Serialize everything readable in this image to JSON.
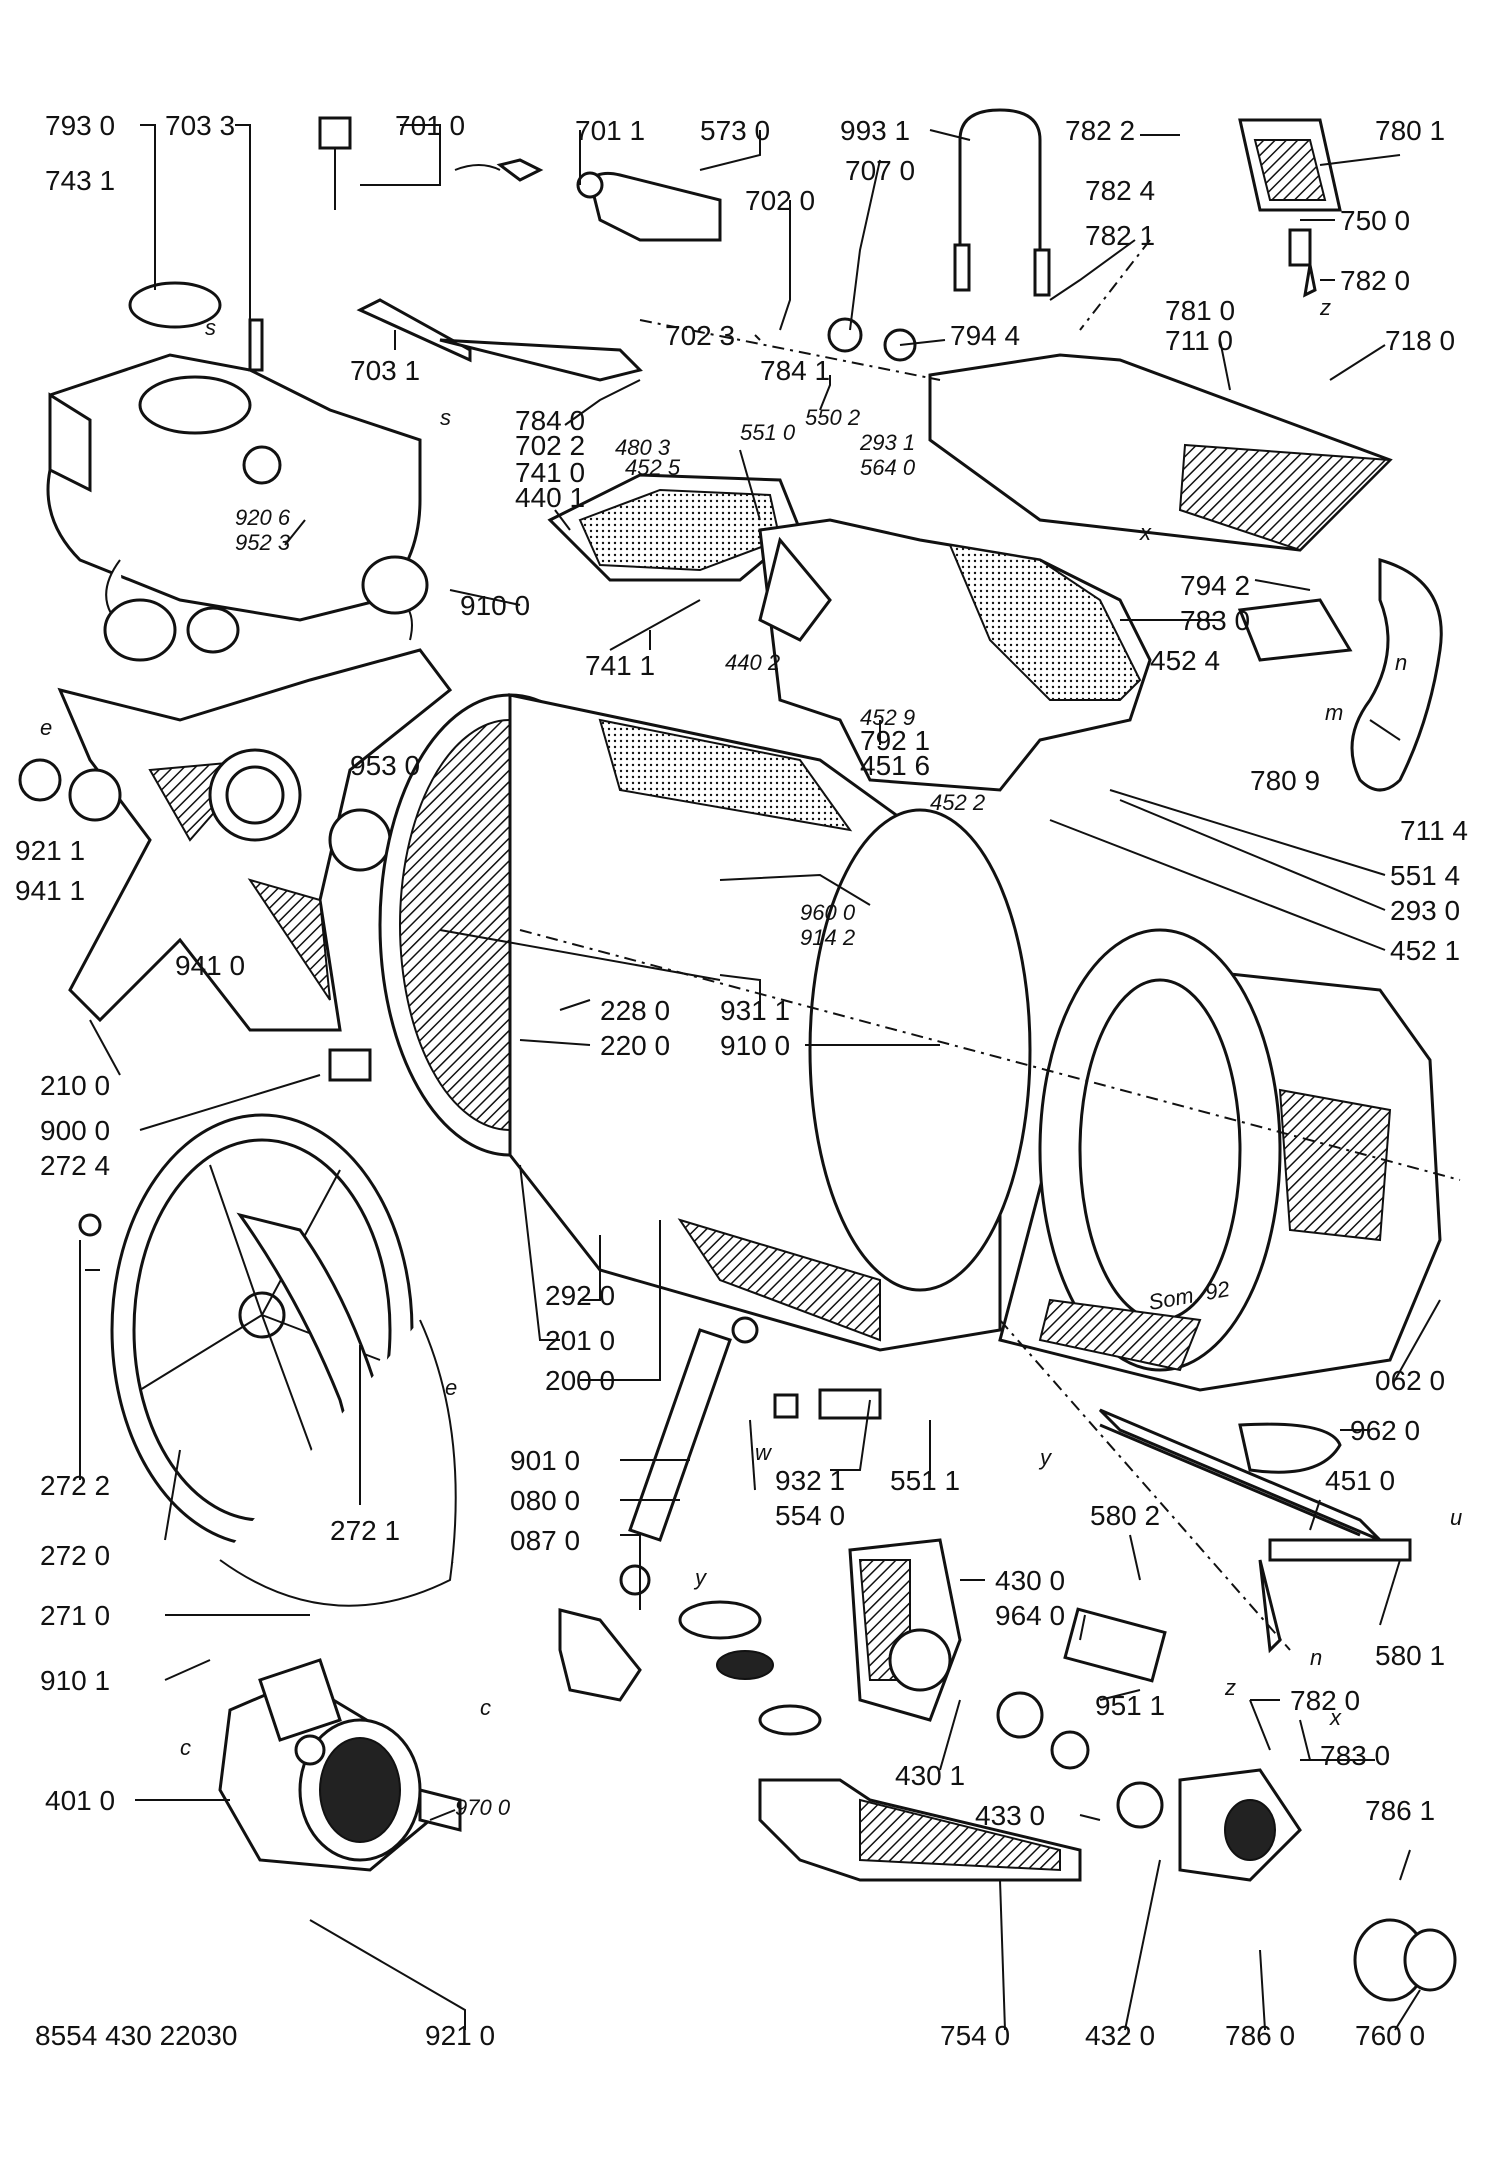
{
  "doc_number": "8554 430 22030",
  "signature": "Som. 92",
  "labels": [
    "793 0",
    "703 3",
    "701 0",
    "701 1",
    "573 0",
    "993 1",
    "782 2",
    "780 1",
    "743 1",
    "707 0",
    "702 0",
    "782 4",
    "750 0",
    "782 1",
    "782 0",
    "702 3",
    "794 4",
    "781 0",
    "711 0",
    "718 0",
    "703 1",
    "784 1",
    "784 0",
    "702 2",
    "551 0",
    "550 2",
    "293 1",
    "480 3",
    "452 5",
    "564 0",
    "741 0",
    "440 1",
    "920 6",
    "952 3",
    "794 2",
    "783 0",
    "910 0",
    "741 1",
    "440 2",
    "452 4",
    "452 9",
    "792 1",
    "451 6",
    "452 2",
    "780 9",
    "711 4",
    "953 0",
    "921 1",
    "941 1",
    "941 0",
    "551 4",
    "293 0",
    "452 1",
    "960 0",
    "914 2",
    "228 0",
    "931 1",
    "220 0",
    "910 0",
    "210 0",
    "900 0",
    "272 4",
    "292 0",
    "201 0",
    "200 0",
    "062 0",
    "962 0",
    "272 2",
    "272 1",
    "901 0",
    "932 1",
    "551 1",
    "080 0",
    "554 0",
    "087 0",
    "451 0",
    "580 2",
    "272 0",
    "271 0",
    "430 0",
    "964 0",
    "580 1",
    "910 1",
    "951 1",
    "782 0",
    "430 1",
    "401 0",
    "970 0",
    "433 0",
    "783 0",
    "786 1",
    "921 0",
    "754 0",
    "432 0",
    "786 0",
    "760 0"
  ],
  "letters": [
    "s",
    "s",
    "e",
    "x",
    "n",
    "m",
    "z",
    "w",
    "y",
    "y",
    "u",
    "n",
    "z",
    "x",
    "c",
    "c",
    "e"
  ]
}
